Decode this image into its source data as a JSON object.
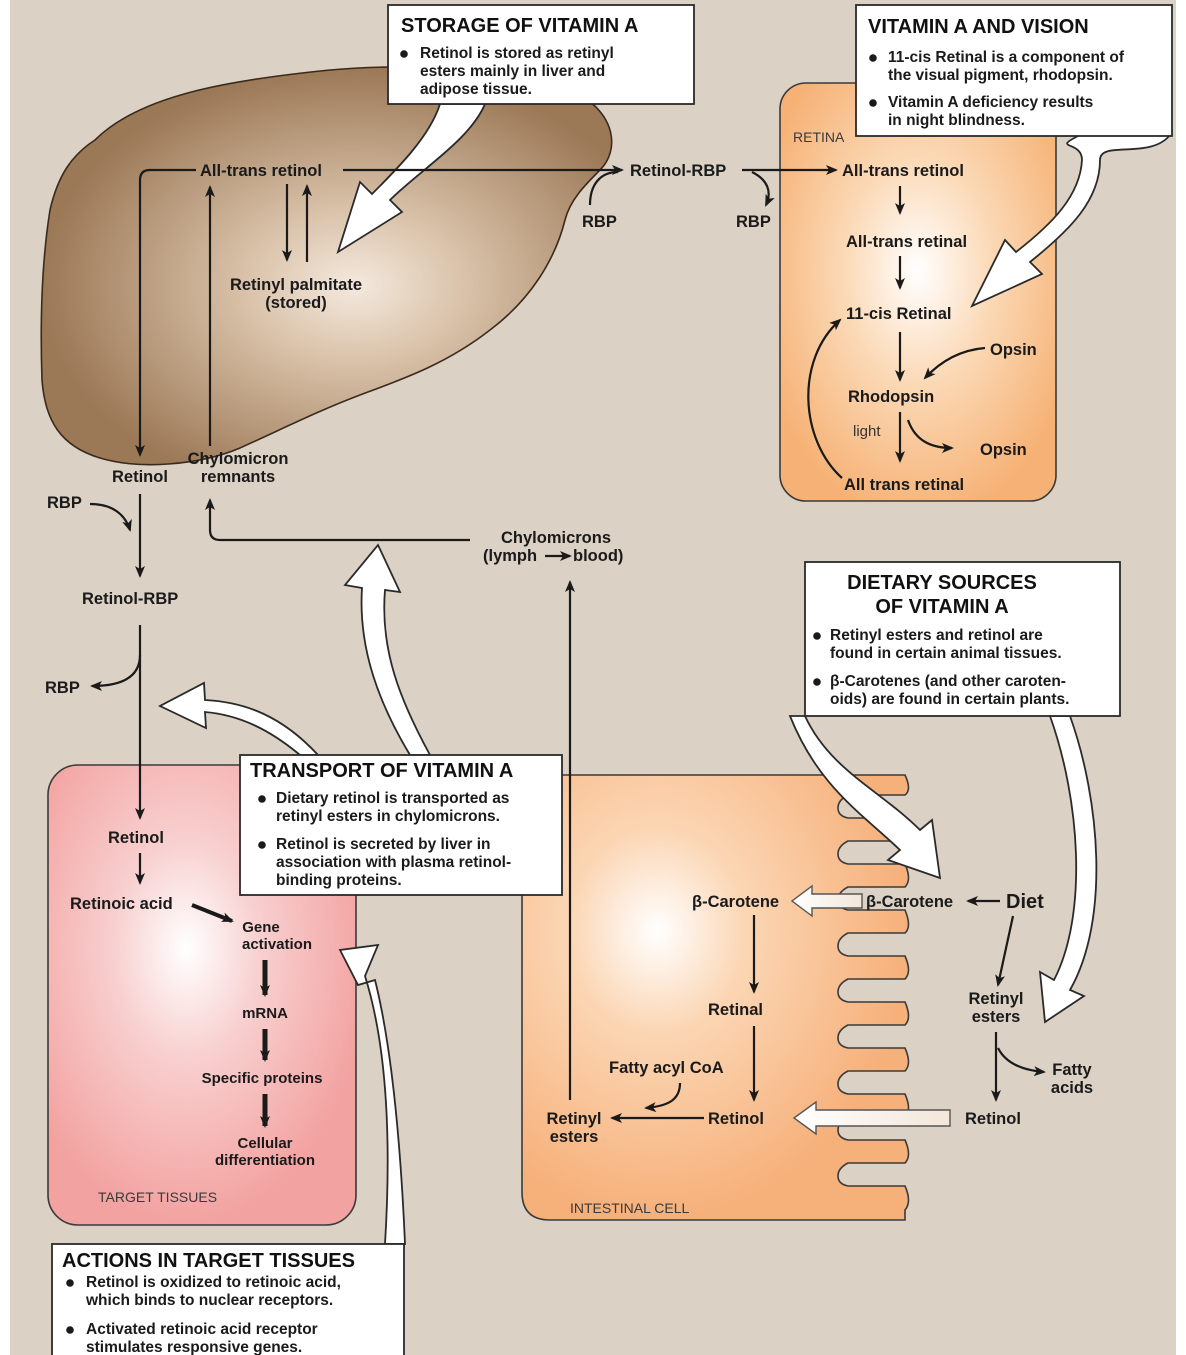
{
  "regions": {
    "retina": "RETINA",
    "target_tissues": "TARGET TISSUES",
    "intestinal_cell": "INTESTINAL CELL"
  },
  "boxes": {
    "storage": {
      "title": "STORAGE OF VITAMIN A",
      "bullets": [
        [
          "Retinol is stored as retinyl",
          "esters mainly in liver and",
          "adipose tissue."
        ]
      ]
    },
    "vision": {
      "title": "VITAMIN A AND VISION",
      "bullets": [
        [
          "11-cis Retinal is a component of",
          "the visual pigment, rhodopsin."
        ],
        [
          "Vitamin A deficiency results",
          "in night blindness."
        ]
      ]
    },
    "dietary": {
      "title_lines": [
        "DIETARY SOURCES",
        "OF VITAMIN A"
      ],
      "bullets": [
        [
          "Retinyl esters and retinol are",
          "found in certain animal tissues."
        ],
        [
          "β-Carotenes (and other caroten-",
          "oids) are found in certain plants."
        ]
      ]
    },
    "transport": {
      "title": "TRANSPORT OF VITAMIN A",
      "bullets": [
        [
          "Dietary retinol is transported as",
          "retinyl esters in chylomicrons."
        ],
        [
          "Retinol is secreted by liver in",
          "association with plasma retinol-",
          "binding proteins."
        ]
      ]
    },
    "actions": {
      "title": "ACTIONS IN TARGET TISSUES",
      "bullets": [
        [
          "Retinol is oxidized to retinoic acid,",
          "which binds to nuclear receptors."
        ],
        [
          "Activated retinoic acid receptor",
          "stimulates responsive genes."
        ]
      ]
    }
  },
  "liver": {
    "all_trans_retinol": "All-trans retinol",
    "retinyl_palmitate": [
      "Retinyl palmitate",
      "(stored)"
    ]
  },
  "transport_path": {
    "retinol_rbp_top": "Retinol-RBP",
    "rbp_top_in": "RBP",
    "rbp_top_out": "RBP",
    "retinol_left": "Retinol",
    "chylomicron_remnants": [
      "Chylomicron",
      "remnants"
    ],
    "rbp_left_in": "RBP",
    "retinol_rbp_left": "Retinol-RBP",
    "rbp_left_out": "RBP",
    "chylomicrons": [
      "Chylomicrons",
      "(lymph",
      "blood)"
    ]
  },
  "retina_path": {
    "all_trans_retinol": "All-trans retinol",
    "all_trans_retinal": "All-trans retinal",
    "cis_retinal": "11-cis Retinal",
    "opsin_in": "Opsin",
    "rhodopsin": "Rhodopsin",
    "light": "light",
    "opsin_out": "Opsin",
    "all_trans_retinal_bottom": "All trans retinal"
  },
  "target_path": {
    "retinol": "Retinol",
    "retinoic_acid": "Retinoic acid",
    "gene_activation": [
      "Gene",
      "activation"
    ],
    "mrna": "mRNA",
    "specific_proteins": "Specific proteins",
    "cellular_differentiation": [
      "Cellular",
      "differentiation"
    ]
  },
  "intestine_path": {
    "beta_carotene_inside": "β-Carotene",
    "beta_carotene_outside": "β-Carotene",
    "diet": "Diet",
    "retinal": "Retinal",
    "fatty_acyl_coa": "Fatty acyl CoA",
    "retinol_inside": "Retinol",
    "retinyl_esters_inside": [
      "Retinyl",
      "esters"
    ],
    "retinyl_esters_outside": [
      "Retinyl",
      "esters"
    ],
    "fatty_acids": [
      "Fatty",
      "acids"
    ],
    "retinol_outside": "Retinol"
  },
  "colors": {
    "background": "#dbd1c4",
    "liver": "#9b7856",
    "retina": "#f6b276",
    "target": "#f2a2a0",
    "intestine": "#f6b07a",
    "box_fill": "#ffffff",
    "ink": "#1a1a1a"
  }
}
